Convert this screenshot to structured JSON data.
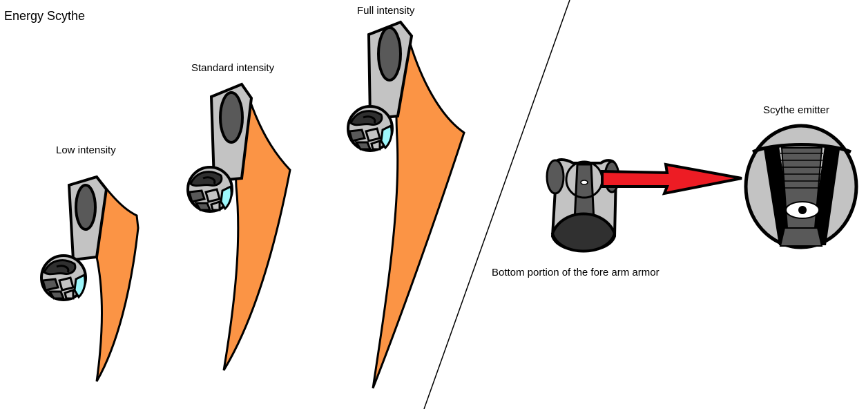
{
  "title": "Energy Scythe",
  "labels": {
    "low": "Low intensity",
    "standard": "Standard intensity",
    "full": "Full intensity",
    "bottom_portion": "Bottom portion of the fore arm armor",
    "emitter": "Scythe emitter"
  },
  "colors": {
    "blade": "#fb9445",
    "armor_light": "#c3c3c3",
    "armor_dark": "#595959",
    "armor_darker": "#303030",
    "glow": "#9df7fb",
    "arrow": "#ed1c24",
    "outline": "#000000"
  }
}
